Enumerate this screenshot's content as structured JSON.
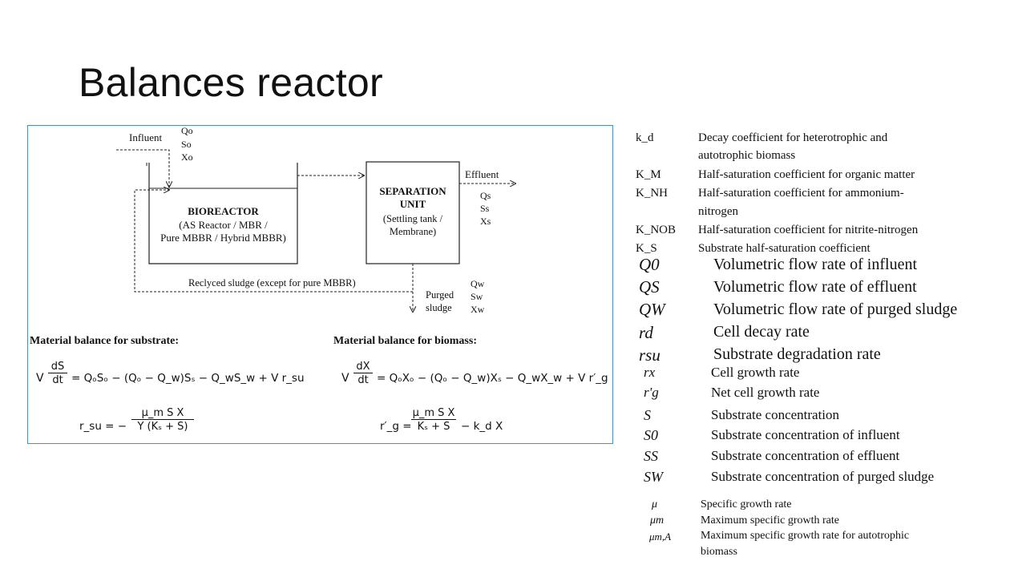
{
  "slide": {
    "title": "Balances reactor"
  },
  "diagram": {
    "influent": "Influent",
    "q0": "Qo",
    "s0": "So",
    "x0": "Xo",
    "bioreactor_title": "BIOREACTOR",
    "bioreactor_l1": "(AS Reactor / MBR /",
    "bioreactor_l2": "Pure MBBR / Hybrid MBBR)",
    "sep_title1": "SEPARATION",
    "sep_title2": "UNIT",
    "sep_l1": "(Settling tank /",
    "sep_l2": "Membrane)",
    "effluent": "Effluent",
    "qs": "Qs",
    "ss": "Ss",
    "xs": "Xs",
    "recycle": "Reclyced sludge (except for pure MBBR)",
    "purged1": "Purged",
    "purged2": "sludge",
    "qw": "Qw",
    "sw": "Sw",
    "xw": "Xw"
  },
  "equations": {
    "substrate_heading": "Material balance for substrate:",
    "biomass_heading": "Material balance for biomass:",
    "sub_lhs_v": "V",
    "sub_lhs_num": "dS",
    "sub_lhs_den": "dt",
    "sub_rhs": "= QₒSₒ − (Qₒ − Q_w)Sₛ − Q_wS_w + V r_su",
    "rsu_lhs": "r_su = −",
    "rsu_num": "μ_m S X",
    "rsu_den": "Y (Kₛ + S)",
    "bio_lhs_v": "V",
    "bio_lhs_num": "dX",
    "bio_lhs_den": "dt",
    "bio_rhs": "= QₒXₒ − (Qₒ − Q_w)Xₛ − Q_wX_w + V r′_g",
    "rg_lhs": "r′_g =",
    "rg_num": "μ_m S X",
    "rg_den": "Kₛ + S",
    "rg_tail": "− k_d X"
  },
  "nomenclature_small": [
    {
      "sym": "k_d",
      "def1": "Decay    coefficient    for    heterotrophic    and",
      "def2": "autotrophic biomass"
    },
    {
      "sym": "K_M",
      "def1": "Half-saturation coefficient for organic matter"
    },
    {
      "sym": "K_NH",
      "def1": "Half-saturation    coefficient    for    ammonium-",
      "def2": "nitrogen"
    },
    {
      "sym": "K_NOB",
      "def1": "Half-saturation coefficient for nitrite-nitrogen"
    },
    {
      "sym": "K_S",
      "def1": "Substrate half-saturation coefficient"
    }
  ],
  "nomenclature_large": [
    {
      "sym": "Q0",
      "def": "Volumetric flow rate of influent"
    },
    {
      "sym": "QS",
      "def": "Volumetric flow rate of effluent"
    },
    {
      "sym": "QW",
      "def": "Volumetric flow rate of purged sludge"
    },
    {
      "sym": "rd",
      "def": "Cell decay rate"
    },
    {
      "sym": "rsu",
      "def": "Substrate degradation rate"
    }
  ],
  "nomenclature_mid": [
    {
      "sym": "rx",
      "def": "Cell growth rate"
    },
    {
      "sym": "r'g",
      "def": "Net cell growth rate"
    },
    {
      "sym": "S",
      "def": "Substrate concentration"
    },
    {
      "sym": "S0",
      "def": "Substrate concentration of influent"
    },
    {
      "sym": "SS",
      "def": "Substrate concentration of effluent"
    },
    {
      "sym": "SW",
      "def": "Substrate concentration of purged sludge"
    }
  ],
  "nomenclature_greek": [
    {
      "sym": "μ",
      "def1": "Specific growth rate"
    },
    {
      "sym": "μm",
      "def1": "Maximum specific growth rate"
    },
    {
      "sym": "μm,A",
      "def1": "Maximum specific growth rate for autotrophic",
      "def2": "biomass"
    }
  ]
}
